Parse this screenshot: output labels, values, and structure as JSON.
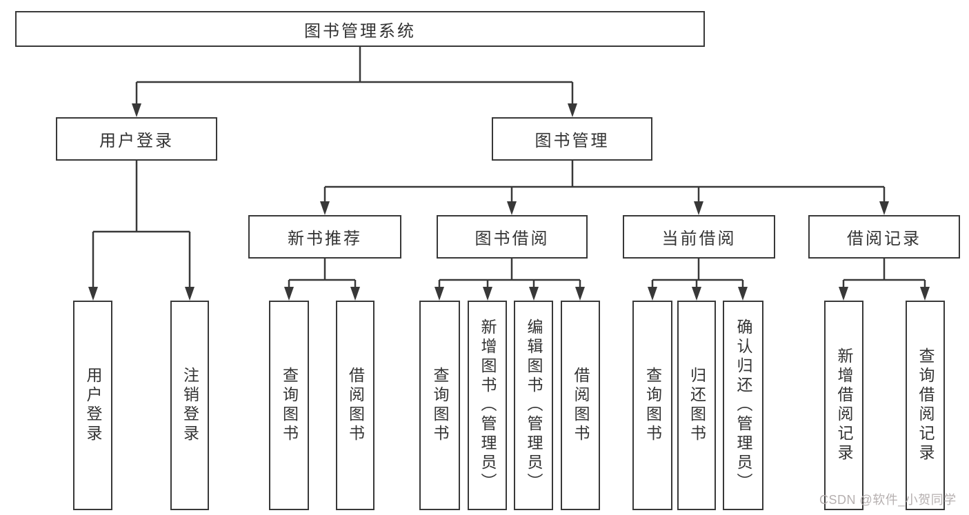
{
  "tree": {
    "root": {
      "label": "图书管理系统"
    },
    "user_login": {
      "label": "用户登录",
      "children": [
        {
          "label": "用户登录"
        },
        {
          "label": "注销登录"
        }
      ]
    },
    "book_mgmt": {
      "label": "图书管理",
      "groups": [
        {
          "label": "新书推荐",
          "children": [
            {
              "label": "查询图书"
            },
            {
              "label": "借阅图书"
            }
          ]
        },
        {
          "label": "图书借阅",
          "children": [
            {
              "label": "查询图书"
            },
            {
              "label": "新增图书（管理员）"
            },
            {
              "label": "编辑图书（管理员）"
            },
            {
              "label": "借阅图书"
            }
          ]
        },
        {
          "label": "当前借阅",
          "children": [
            {
              "label": "查询图书"
            },
            {
              "label": "归还图书"
            },
            {
              "label": "确认归还（管理员）"
            }
          ]
        },
        {
          "label": "借阅记录",
          "children": [
            {
              "label": "新增借阅记录"
            },
            {
              "label": "查询借阅记录"
            }
          ]
        }
      ]
    }
  },
  "watermark": {
    "text": "CSDN @软件_小贺同学"
  },
  "colors": {
    "line": "#383838",
    "box_border": "#383838",
    "text": "#333333",
    "watermark": "#b6b0b0",
    "background": "#ffffff"
  }
}
